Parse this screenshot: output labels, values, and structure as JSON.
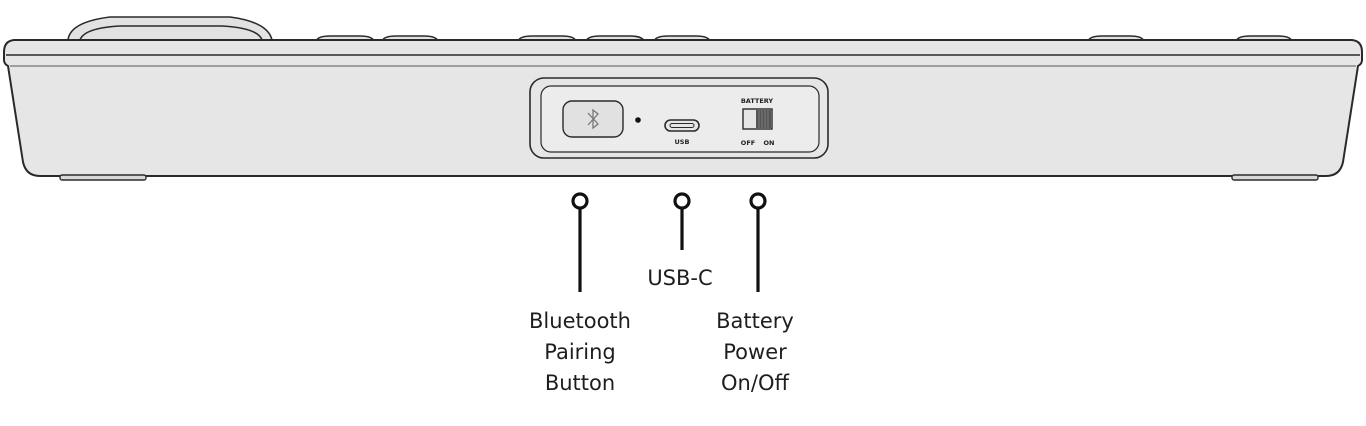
{
  "panel": {
    "usb_port_label": "USB",
    "battery_switch_title": "BATTERY",
    "battery_off_label": "OFF",
    "battery_on_label": "ON"
  },
  "callouts": [
    {
      "id": "bluetooth",
      "label": "Bluetooth\nPairing\nButton"
    },
    {
      "id": "usb",
      "label": "USB-C"
    },
    {
      "id": "battery",
      "label": "Battery\nPower\nOn/Off"
    }
  ],
  "icons": {
    "pairing_button": "bluetooth-icon"
  },
  "colors": {
    "body_fill": "#e6e6e6",
    "outline": "#2a2a2a",
    "panel_fill": "#ececec",
    "label_text": "#1e1e1e"
  }
}
